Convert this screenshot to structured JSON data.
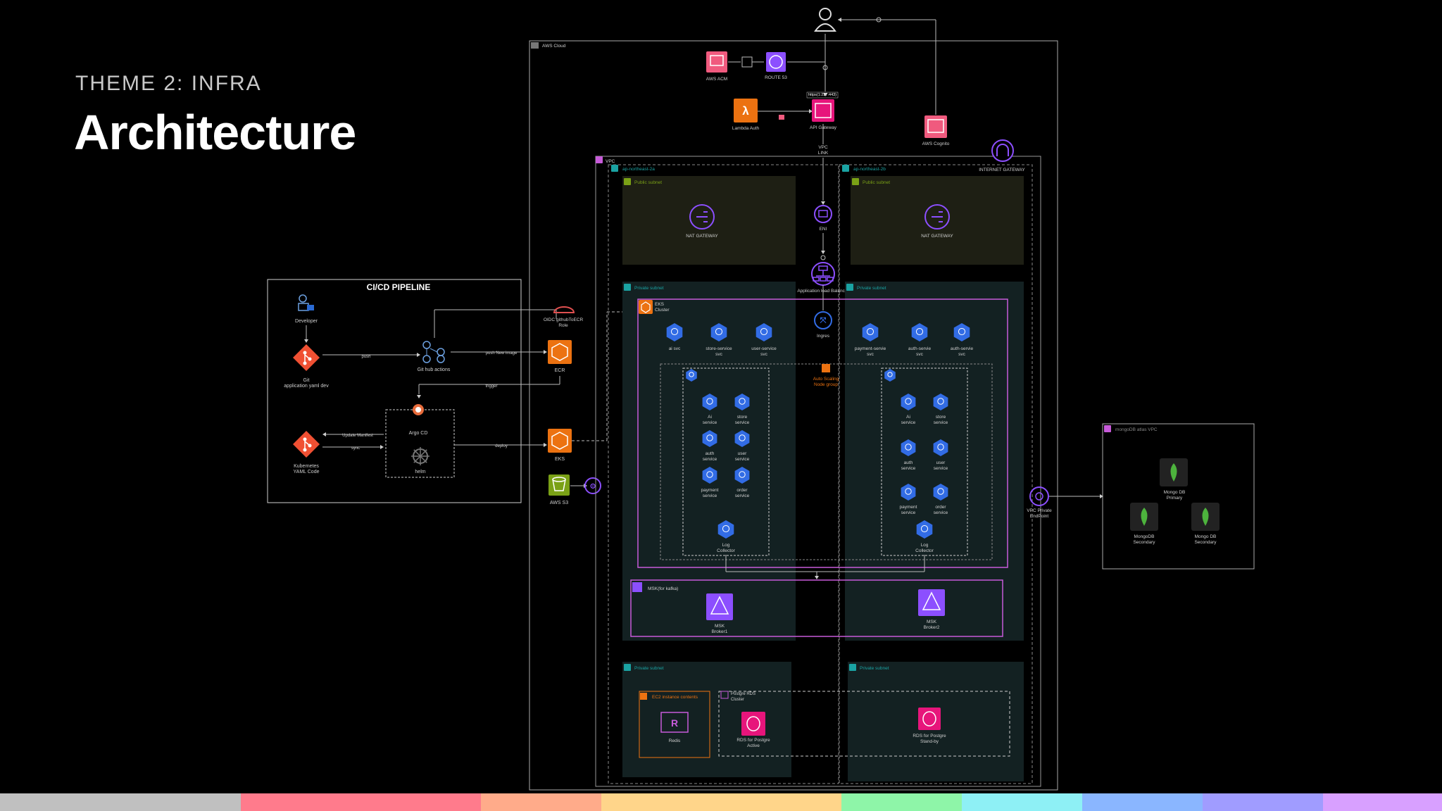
{
  "heading": {
    "theme": "THEME 2: INFRA",
    "title": "Architecture"
  },
  "cicd": {
    "title": "CI/CD PIPELINE",
    "developer": "Developer",
    "git": [
      "Git",
      "application yaml dev"
    ],
    "actions": "Git hub actions",
    "ecr": "ECR",
    "eks": "EKS",
    "oidc": [
      "OIDC githubToECR",
      "Role"
    ],
    "argo": "Argo CD",
    "helm": "helm",
    "k8s": [
      "Kubernetes",
      "YAML Code"
    ],
    "push": "push",
    "push_image": "push New image",
    "trigger": "trigger",
    "update_manifest": "Update Manifest",
    "sync": "sync",
    "deploy": "deploy"
  },
  "aws": {
    "cloud": "AWS Cloud",
    "acm": "AWS ACM",
    "route53": "ROUTE 53",
    "lambda": "Lambda Auth",
    "api_gateway": "API Gateway",
    "https": "https(1:227:443)",
    "cognito": "AWS Cognito",
    "vpc": "VPC",
    "vpc_link": [
      "VPC",
      "LINK"
    ],
    "eni": "ENI",
    "alb": "Application load Balancer",
    "igw": "INTERNET GATEWAY",
    "az_a": "ap-northeast-2a",
    "az_b": "ap-northeast-2b",
    "public_subnet": "Public subnet",
    "private_subnet": "Private subnet",
    "nat": "NAT GATEWAY",
    "eks_cluster": [
      "EKS",
      "Cluster"
    ],
    "ingress": "Ingres",
    "asg": [
      "Auto Scaling",
      "Node group"
    ],
    "s3": "AWS S3",
    "svc_left": [
      [
        "ai svc"
      ],
      [
        "store-service",
        "svc"
      ],
      [
        "user-service",
        "svc"
      ]
    ],
    "svc_right": [
      [
        "payment-servie",
        "svc"
      ],
      [
        "auth-servie",
        "svc"
      ],
      [
        "auth-servie",
        "svc"
      ]
    ],
    "pods_left": [
      [
        "Ai",
        "service"
      ],
      [
        "store",
        "service"
      ],
      [
        "auth",
        "service"
      ],
      [
        "user",
        "service"
      ],
      [
        "payment",
        "service"
      ],
      [
        "order",
        "service"
      ]
    ],
    "pods_right": [
      [
        "Ai",
        "service"
      ],
      [
        "store",
        "service"
      ],
      [
        "auth",
        "service"
      ],
      [
        "user",
        "service"
      ],
      [
        "payment",
        "service"
      ],
      [
        "order",
        "service"
      ]
    ],
    "log_collector": [
      "Log",
      "Collector"
    ],
    "msk_group": "MSK(for kafka)",
    "msk1": [
      "MSK",
      "Broker1"
    ],
    "msk2": [
      "MSK",
      "Broker2"
    ],
    "ec2_contents": "EC2 instance contents",
    "redis": "Redis",
    "rds_cluster": [
      "Postgre RDS",
      "Cluster"
    ],
    "rds_active": [
      "RDS for Postgre",
      "Active"
    ],
    "rds_standby": [
      "RDS for Postgre",
      "Stand-by"
    ],
    "vpc_endpoint": [
      "VPC Private",
      "EndPoint"
    ]
  },
  "mongo": {
    "vpc": "mongoDB atlas VPC",
    "primary": [
      "Mongo DB",
      "Primary"
    ],
    "secondary1": [
      "MongoDB",
      "Secondary"
    ],
    "secondary2": [
      "Mongo DB",
      "Secondary"
    ]
  },
  "colors": {
    "bar": [
      "#c0c0c0",
      "#ff7b8c",
      "#ffab8a",
      "#ffd58a",
      "#8ef5a8",
      "#8ef0f5",
      "#8ab6ff",
      "#a09cff",
      "#d8a0ff"
    ],
    "orange": "#ec7211",
    "pink": "#e7157b",
    "purple": "#8c4fff",
    "k8s_blue": "#326ce5",
    "teal": "#1aa3a3",
    "olive": "#7aa116",
    "magenta": "#c75bd9"
  }
}
